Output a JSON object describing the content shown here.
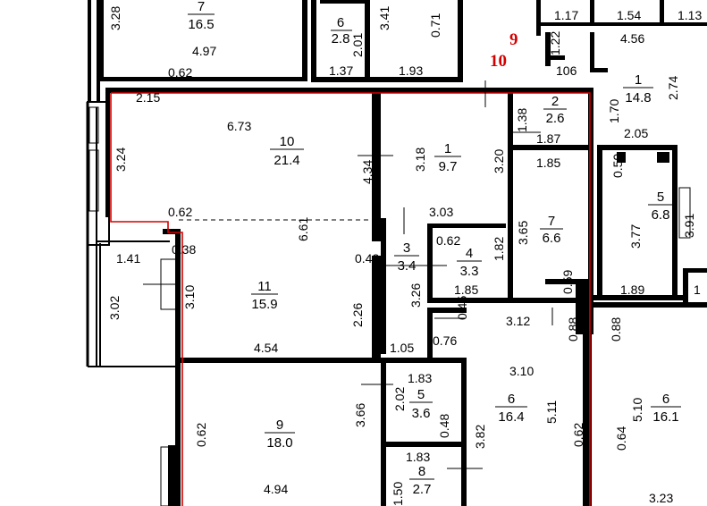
{
  "colors": {
    "highlight": "#d40000",
    "walls": "#000000",
    "background": "#ffffff"
  },
  "markers": {
    "section_9": "9",
    "section_10": "10"
  },
  "rooms": [
    {
      "num": "7",
      "area": "16.5"
    },
    {
      "num": "6",
      "area": "2.8"
    },
    {
      "num": "1",
      "area": "14.8"
    },
    {
      "num": "2",
      "area": "2.6"
    },
    {
      "num": "10",
      "area": "21.4"
    },
    {
      "num": "1",
      "area": "9.7"
    },
    {
      "num": "7",
      "area": "6.6"
    },
    {
      "num": "5",
      "area": "6.8"
    },
    {
      "num": "3",
      "area": "3.4"
    },
    {
      "num": "4",
      "area": "3.3"
    },
    {
      "num": "11",
      "area": "15.9"
    },
    {
      "num": "5",
      "area": "3.6"
    },
    {
      "num": "6",
      "area": "16.4"
    },
    {
      "num": "6",
      "area": "16.1"
    },
    {
      "num": "9",
      "area": "18.0"
    },
    {
      "num": "8",
      "area": "2.7"
    }
  ],
  "dimensions": [
    "3.28",
    "3.41",
    "0.71",
    "1.17",
    "1.54",
    "1.13",
    "4.97",
    "2.01",
    "1.22",
    "4.56",
    "0.62",
    "1.37",
    "1.93",
    "106",
    "2.74",
    "1.70",
    "2.15",
    "6.73",
    "1.38",
    "2.05",
    "3.24",
    "3.18",
    "3.20",
    "1.87",
    "1.85",
    "0.59",
    "4.34",
    "0.62",
    "6.61",
    "3.03",
    "3.65",
    "3.77",
    "3.91",
    "0.38",
    "0.62",
    "1.82",
    "1.41",
    "0.42",
    "3.26",
    "1.85",
    "0.59",
    "1.89",
    "1",
    "3.02",
    "3.10",
    "0.45",
    "3.12",
    "0.88",
    "0.88",
    "2.26",
    "1.05",
    "0.76",
    "4.54",
    "1.83",
    "3.10",
    "2.02",
    "5.11",
    "5.10",
    "0.62",
    "3.66",
    "0.48",
    "3.82",
    "0.62",
    "0.64",
    "1.83",
    "1.50",
    "4.94",
    "3.23"
  ]
}
